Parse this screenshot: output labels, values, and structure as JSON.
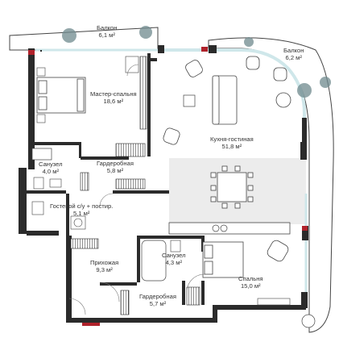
{
  "rooms": [
    {
      "id": "balcony-1",
      "name": "Балкон",
      "area": "6,1 м²"
    },
    {
      "id": "balcony-2",
      "name": "Балкон",
      "area": "6,2 м²"
    },
    {
      "id": "master-bedroom",
      "name": "Мастер-спальня",
      "area": "18,6 м²"
    },
    {
      "id": "kitchen-living",
      "name": "Кухня-гостиная",
      "area": "51,8 м²"
    },
    {
      "id": "bathroom-1",
      "name": "Санузел",
      "area": "4,0 м²"
    },
    {
      "id": "wardrobe-1",
      "name": "Гардеробная",
      "area": "5,8 м²"
    },
    {
      "id": "guest-wc",
      "name": "Гостевой с/у + постир.",
      "area": "5,1 м²"
    },
    {
      "id": "hallway",
      "name": "Прихожая",
      "area": "9,3 м²"
    },
    {
      "id": "bathroom-2",
      "name": "Санузел",
      "area": "4,3 м²"
    },
    {
      "id": "wardrobe-2",
      "name": "Гардеробная",
      "area": "5,7 м²"
    },
    {
      "id": "bedroom",
      "name": "Спальня",
      "area": "15,0 м²"
    }
  ],
  "colors": {
    "wall": "#2b2b2b",
    "accent_wall": "#b0222b",
    "floor": "#ffffff",
    "kitchen_floor": "#ececec",
    "glass": "#cfe7ea",
    "plant": "#6f8a8e",
    "furniture": "#555555"
  },
  "icons": [
    "plant-icon",
    "bed-icon",
    "sofa-icon",
    "armchair-icon",
    "dining-table-icon",
    "bathtub-icon",
    "shower-icon",
    "toilet-icon",
    "sink-icon",
    "washing-machine-icon",
    "wardrobe-icon",
    "kitchen-counter-icon",
    "door-icon"
  ]
}
